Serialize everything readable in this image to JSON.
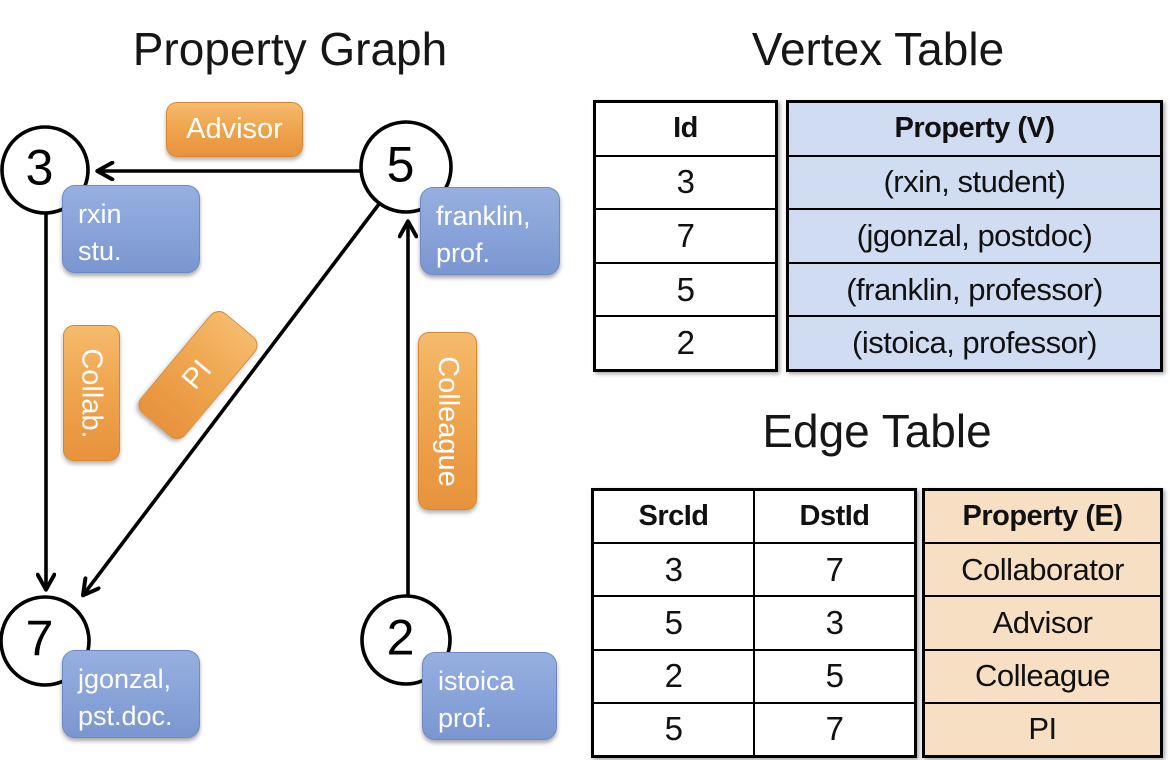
{
  "graph": {
    "title": "Property Graph",
    "nodes": [
      {
        "id": "3",
        "label_line1": "rxin",
        "label_line2": "stu."
      },
      {
        "id": "5",
        "label_line1": "franklin,",
        "label_line2": "prof."
      },
      {
        "id": "7",
        "label_line1": "jgonzal,",
        "label_line2": "pst.doc."
      },
      {
        "id": "2",
        "label_line1": "istoica",
        "label_line2": "prof."
      }
    ],
    "edge_labels": {
      "advisor": "Advisor",
      "collab": "Collab.",
      "pi": "PI",
      "colleague": "Colleague"
    },
    "edges": [
      {
        "src": "5",
        "dst": "3",
        "label": "Advisor"
      },
      {
        "src": "3",
        "dst": "7",
        "label": "Collab."
      },
      {
        "src": "5",
        "dst": "7",
        "label": "PI"
      },
      {
        "src": "2",
        "dst": "5",
        "label": "Colleague"
      }
    ]
  },
  "vertex_table": {
    "title": "Vertex Table",
    "headers": {
      "id": "Id",
      "property": "Property (V)"
    },
    "rows": [
      {
        "id": "3",
        "property": "(rxin, student)"
      },
      {
        "id": "7",
        "property": "(jgonzal, postdoc)"
      },
      {
        "id": "5",
        "property": "(franklin, professor)"
      },
      {
        "id": "2",
        "property": "(istoica, professor)"
      }
    ]
  },
  "edge_table": {
    "title": "Edge Table",
    "headers": {
      "src": "SrcId",
      "dst": "DstId",
      "property": "Property (E)"
    },
    "rows": [
      {
        "src": "3",
        "dst": "7",
        "property": "Collaborator"
      },
      {
        "src": "5",
        "dst": "3",
        "property": "Advisor"
      },
      {
        "src": "2",
        "dst": "5",
        "property": "Colleague"
      },
      {
        "src": "5",
        "dst": "7",
        "property": "PI"
      }
    ]
  },
  "colors": {
    "edge_label_orange": "#EFA64F",
    "node_label_blue": "#8AA5DA",
    "vertex_row_fill": "#CFDCF2",
    "edge_row_fill": "#F6DFC3",
    "line_black": "#000000",
    "label_text": "#FFFFFF"
  }
}
